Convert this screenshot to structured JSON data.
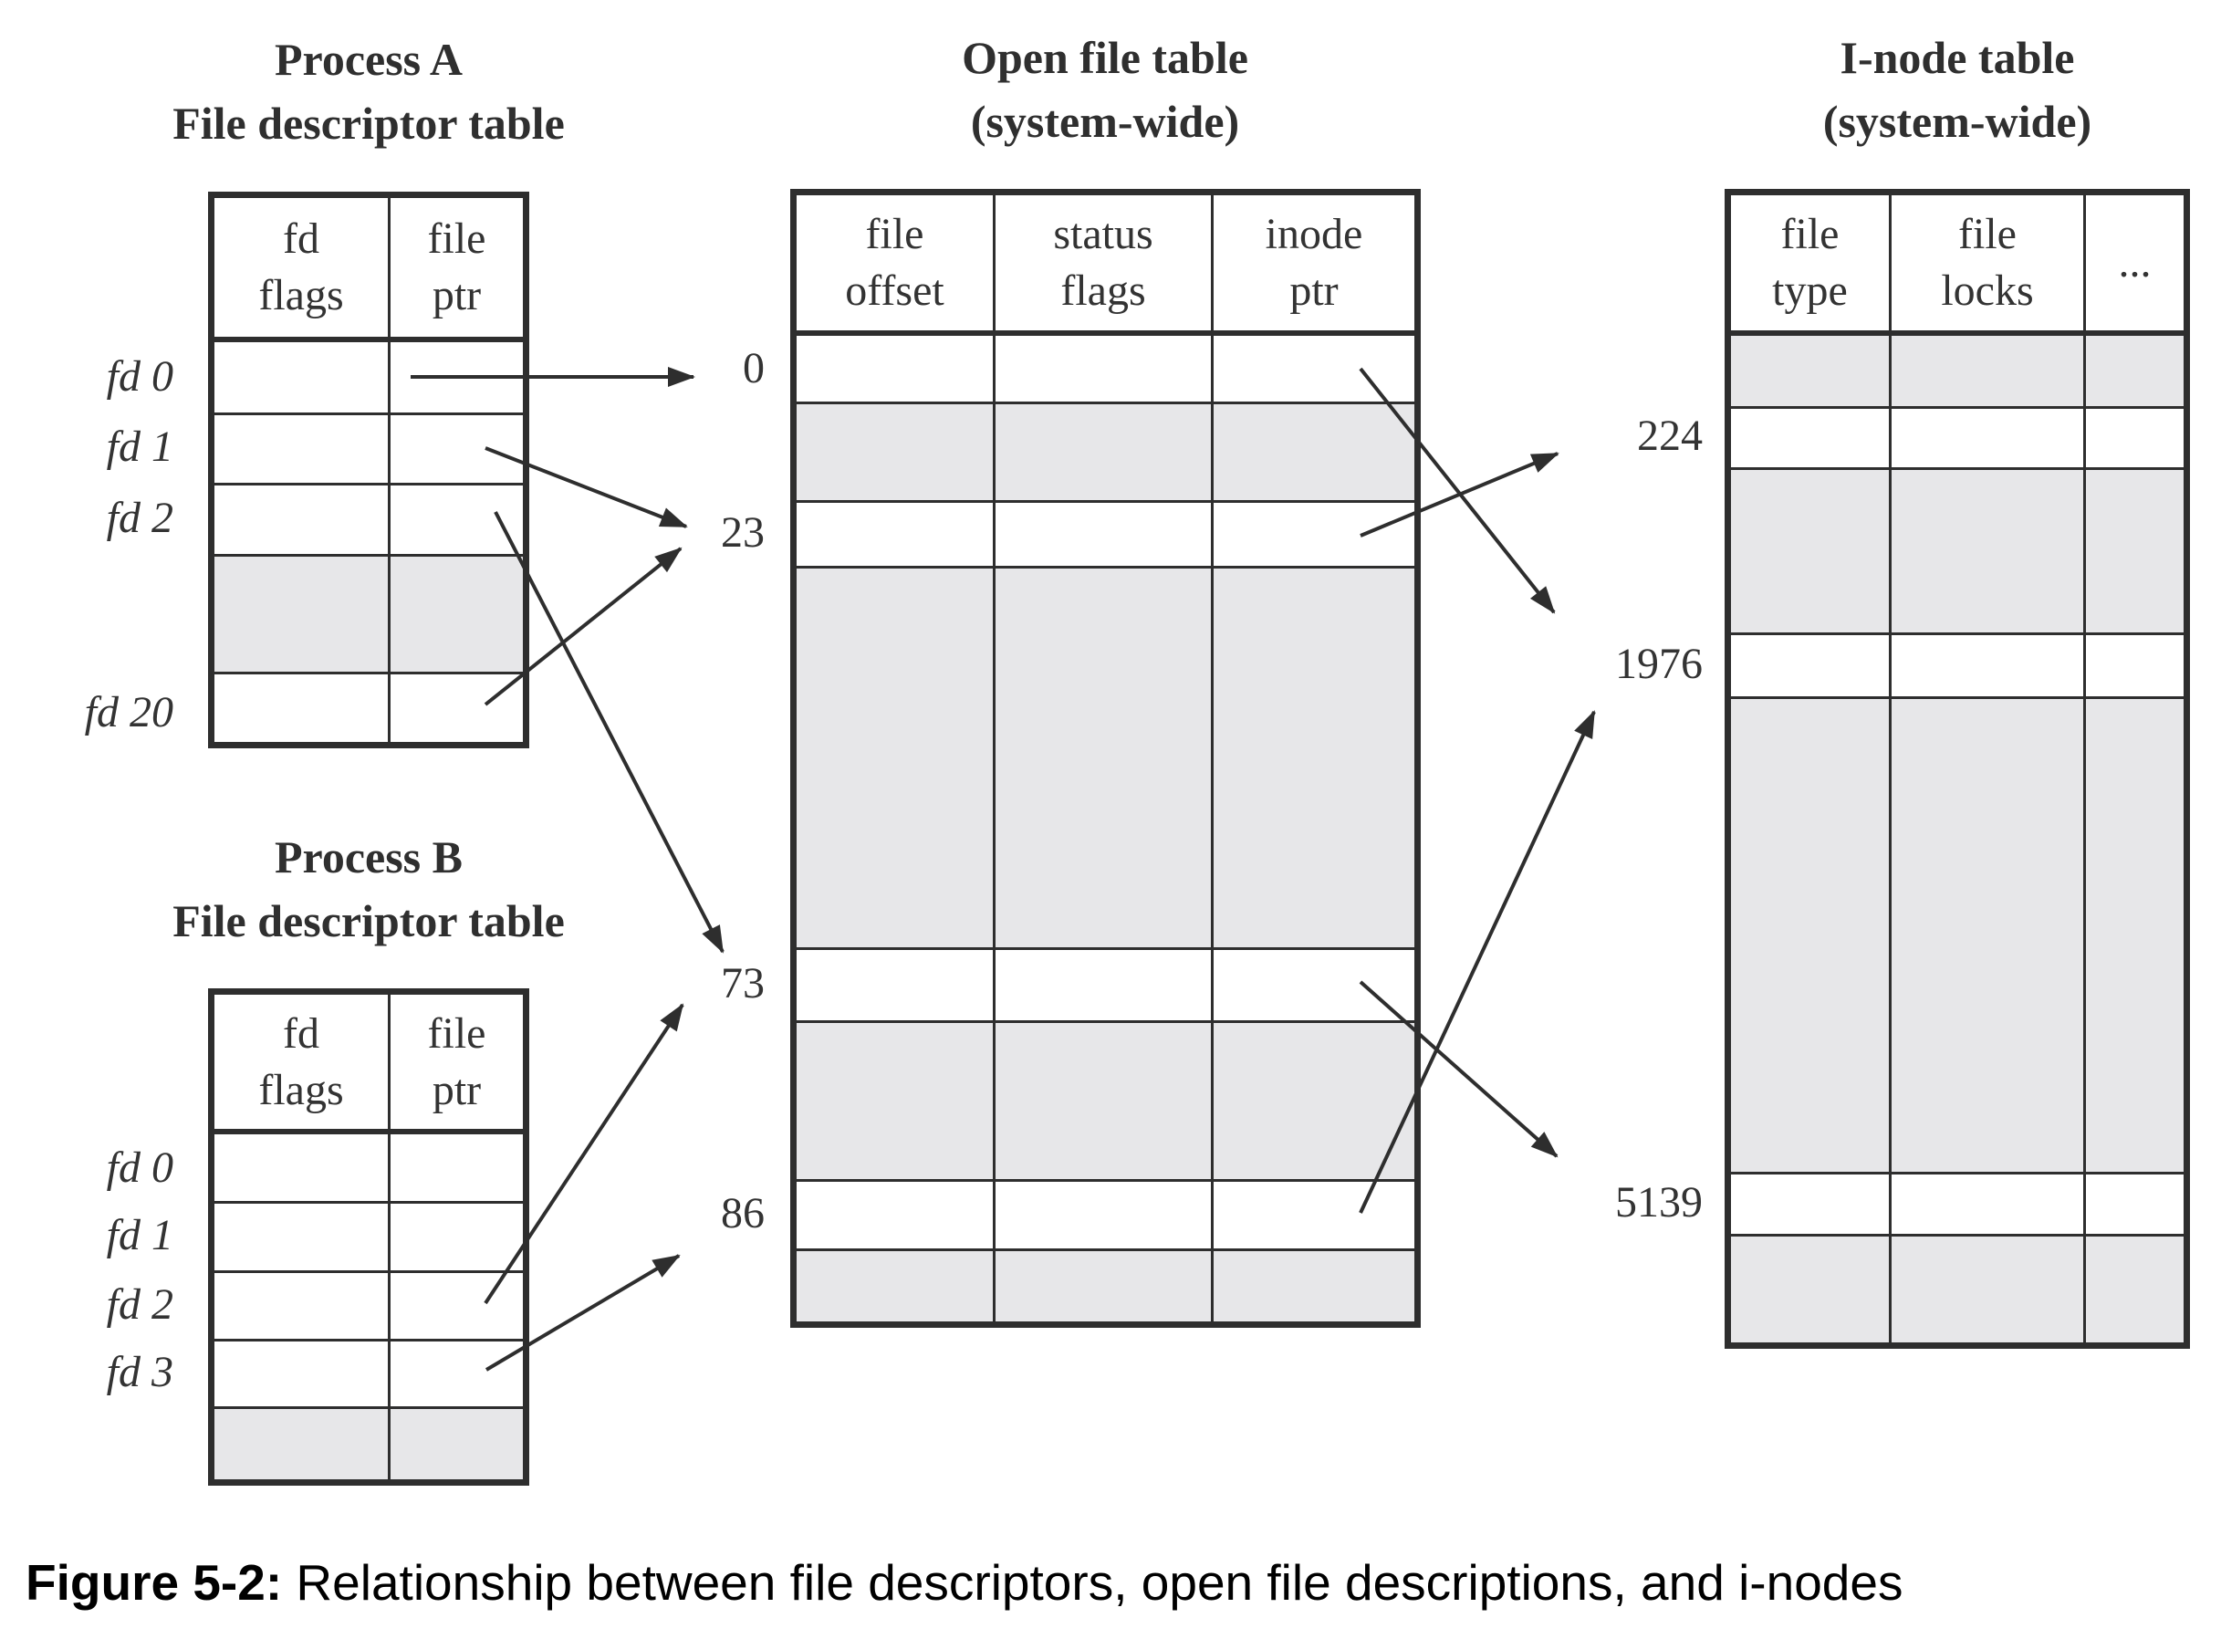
{
  "caption": {
    "label": "Figure 5-2:",
    "text": " Relationship between file descriptors, open file descriptions, and i-nodes"
  },
  "process_a": {
    "title": [
      "Process A",
      "File descriptor table"
    ],
    "columns": [
      [
        "fd",
        "flags"
      ],
      [
        "file",
        "ptr"
      ]
    ],
    "row_labels": [
      "fd 0",
      "fd 1",
      "fd 2",
      "fd 20"
    ]
  },
  "process_b": {
    "title": [
      "Process B",
      "File descriptor table"
    ],
    "columns": [
      [
        "fd",
        "flags"
      ],
      [
        "file",
        "ptr"
      ]
    ],
    "row_labels": [
      "fd 0",
      "fd 1",
      "fd 2",
      "fd 3"
    ]
  },
  "open_file_table": {
    "title": [
      "Open file table",
      "(system-wide)"
    ],
    "columns": [
      [
        "file",
        "offset"
      ],
      [
        "status",
        "flags"
      ],
      [
        "inode",
        "ptr"
      ]
    ],
    "row_labels": [
      "0",
      "23",
      "73",
      "86"
    ]
  },
  "inode_table": {
    "title": [
      "I-node table",
      "(system-wide)"
    ],
    "columns": [
      [
        "file",
        "type"
      ],
      [
        "file",
        "locks"
      ],
      [
        "..."
      ]
    ],
    "row_labels": [
      "224",
      "1976",
      "5139"
    ]
  },
  "colors": {
    "shaded_row": "#e7e7e9",
    "line": "#2e2e2e",
    "text": "#333333",
    "background": "#ffffff"
  }
}
